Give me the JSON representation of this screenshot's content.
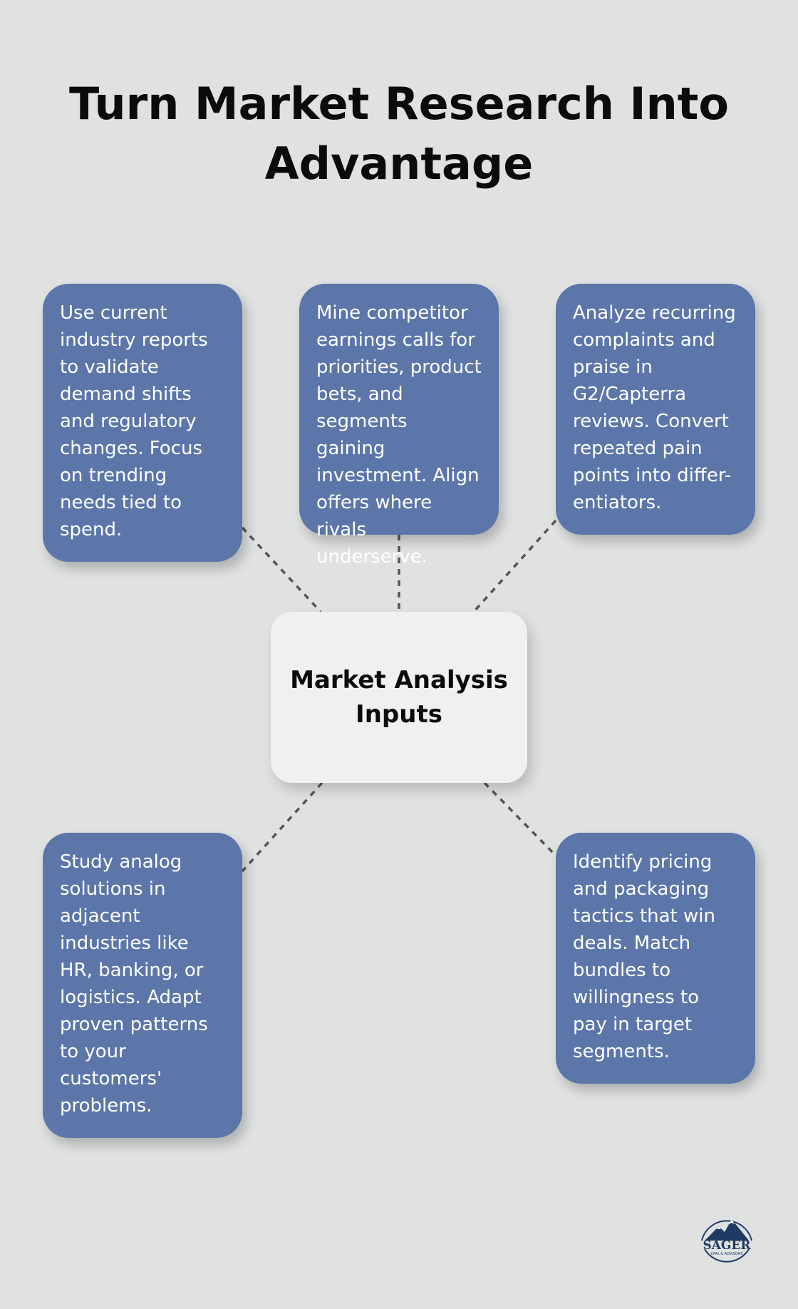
{
  "title": "Turn Market Research Into Advantage",
  "center": {
    "label": "Market Analysis Inputs"
  },
  "cards": [
    {
      "text": "Use current industry reports to validate demand shifts and regulatory changes. Focus on trending needs tied to spend."
    },
    {
      "text": "Mine competitor earnings calls for priorities, product bets, and segments gaining investment. Align offers where rivals underserve."
    },
    {
      "text": "Analyze recurring complaints and praise in G2/Capterra reviews. Convert repeated pain points into differ-entiators."
    },
    {
      "text": "Study analog solutions in adjacent industries like HR, banking, or logistics. Adapt proven patterns to your customers' problems."
    },
    {
      "text": "Identify pricing and packaging tactics that win deals. Match bundles to willingness to pay in target segments."
    }
  ],
  "logo": {
    "name": "SAGER",
    "tagline": "CPAs & ADVISORS"
  },
  "colors": {
    "background": "#e0e2e2",
    "card": "#5c76a9",
    "center_box": "#eff0f2",
    "connector": "#555555"
  }
}
